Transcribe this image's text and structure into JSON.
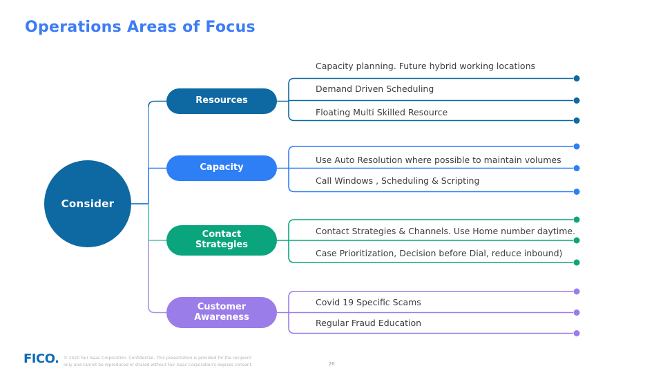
{
  "slide": {
    "title": "Operations Areas of Focus",
    "page_number": "26",
    "footer_line1": "© 2020 Fair Isaac Corporation. Confidential. This presentation is provided for the recipient",
    "footer_line2": "only and cannot be reproduced or shared without Fair Isaac Corporation's express consent.",
    "logo_text": "FICO."
  },
  "colors": {
    "title": "#3c7cf7",
    "leaf_text": "#3d3d3d",
    "root_fill": "#0e68a2",
    "root_stub": "#1f78d1",
    "trunk_upper": "#5d9ce2",
    "trunk_mid": "#2e7ef6",
    "trunk_teal": "#56bfae",
    "trunk_purple": "#ab90ea",
    "resources_corner": "#0e68a2"
  },
  "diagram": {
    "root": {
      "label": "Consider",
      "color": "#0e68a2"
    },
    "branches": [
      {
        "label": "Resources",
        "color": "#0e68a2",
        "items": [
          "Capacity planning. Future hybrid working locations",
          "Demand Driven Scheduling",
          "Floating Multi Skilled Resource"
        ]
      },
      {
        "label": "Capacity",
        "color": "#2e7ef6",
        "items": [
          "",
          "Use Auto Resolution where possible to maintain volumes",
          "Call Windows , Scheduling & Scripting"
        ]
      },
      {
        "label": "Contact Strategies",
        "color": "#0aa57d",
        "items": [
          "",
          "Contact Strategies & Channels. Use Home number daytime.",
          "Case Prioritization, Decision before Dial, reduce inbound)"
        ]
      },
      {
        "label": "Customer Awareness",
        "color": "#9b7de9",
        "items": [
          "",
          "Covid 19 Specific Scams",
          "Regular Fraud Education"
        ]
      }
    ]
  }
}
